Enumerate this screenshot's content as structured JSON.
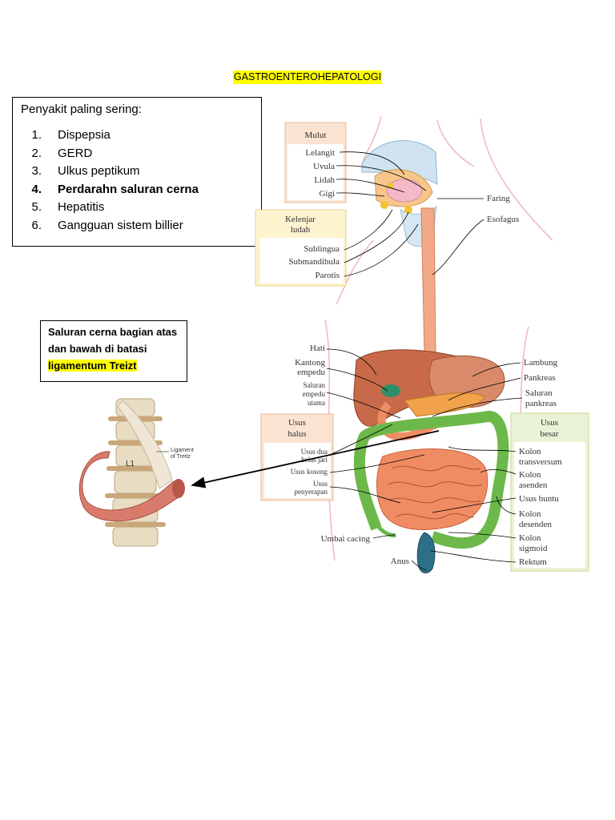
{
  "title": "GASTROENTEROHEPATOLOGI",
  "list_box": {
    "heading": "Penyakit paling sering:",
    "items": [
      {
        "num": "1.",
        "text": "Dispepsia",
        "bold": false
      },
      {
        "num": "2.",
        "text": "GERD",
        "bold": false
      },
      {
        "num": "3.",
        "text": "Ulkus peptikum",
        "bold": false
      },
      {
        "num": "4.",
        "text": "Perdarahn saluran cerna",
        "bold": true
      },
      {
        "num": "5.",
        "text": "Hepatitis",
        "bold": false
      },
      {
        "num": "6.",
        "text": "Gangguan sistem billier",
        "bold": false
      }
    ]
  },
  "note_box": {
    "line1": "Saluran cerna bagian atas",
    "line2": "dan bawah di batasi",
    "highlight": "ligamentum Treizt"
  },
  "spine_figure": {
    "vertebra_label": "L1",
    "ligament_label_line1": "Ligament",
    "ligament_label_line2": "of Treitz"
  },
  "anatomy": {
    "mulut_box": {
      "title": "Mulut",
      "items": [
        "Lelangit",
        "Uvula",
        "Lidah",
        "Gigi"
      ]
    },
    "kelenjar_box": {
      "title_line1": "Kelenjar",
      "title_line2": "ludah",
      "items": [
        "Sublingua",
        "Submandibula",
        "Parotis"
      ]
    },
    "usus_halus_box": {
      "title_line1": "Usus",
      "title_line2": "halus",
      "items": [
        "Usus dua",
        "belas jari",
        "Usus kosong",
        "Usus",
        "penyerapan"
      ]
    },
    "usus_besar_box": {
      "title_line1": "Usus",
      "title_line2": "besar",
      "items": [
        "Kolon",
        "transversum",
        "Kolon",
        "asenden",
        "Usus buntu",
        "Kolon",
        "desenden",
        "Kolon",
        "sigmoid",
        "Rektum"
      ]
    },
    "labels_right": [
      "Faring",
      "Esofagus",
      "Lambung",
      "Pankreas",
      "Saluran",
      "pankreas"
    ],
    "labels_left": [
      "Hati",
      "Kantong",
      "empedu",
      "Saluran",
      "empedu",
      "utama"
    ],
    "labels_bottom": [
      "Umbai cacing",
      "Anus"
    ]
  },
  "colors": {
    "highlight": "#ffff00",
    "mulut_box": "#fbe3d1",
    "kelenjar_box": "#fdf3cf",
    "usus_besar_box": "#eaf2d6",
    "liver": "#c86a4a",
    "small_intestine": "#f08c64",
    "large_intestine": "#6cb84a",
    "esophagus": "#f2a98a",
    "rectum": "#2d6f87"
  }
}
